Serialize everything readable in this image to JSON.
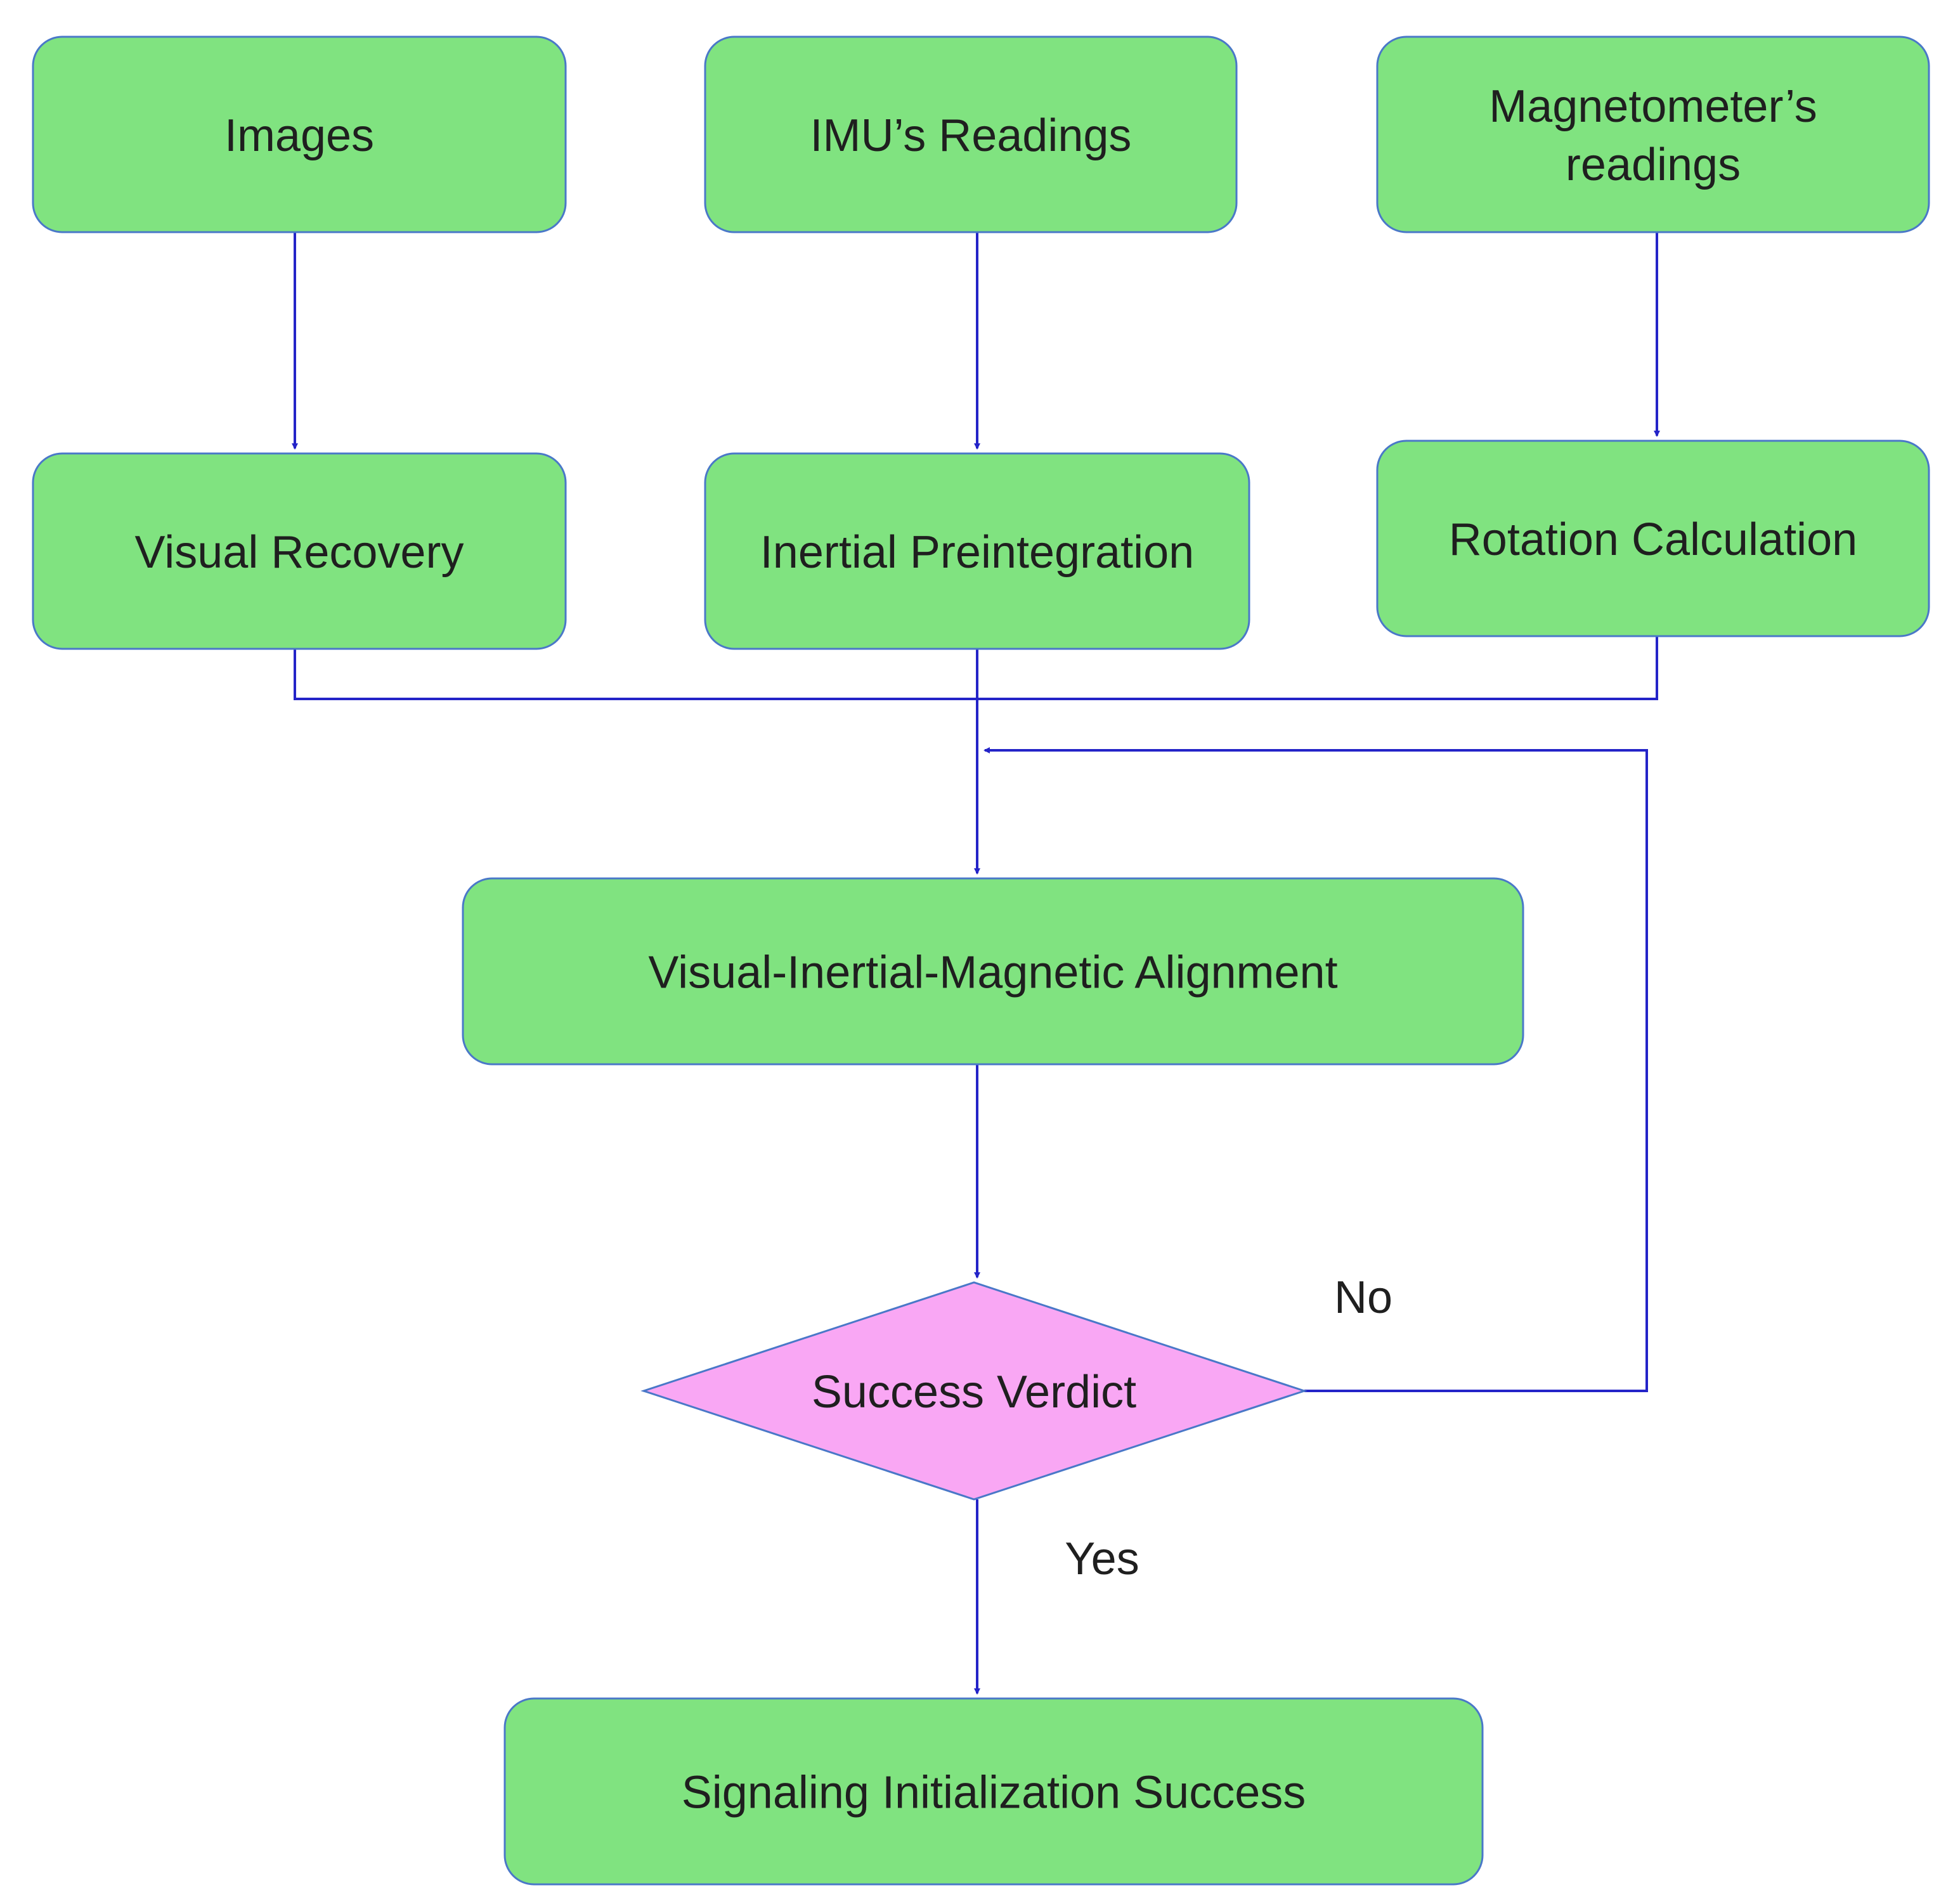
{
  "colors": {
    "process_fill": "#80e380",
    "decision_fill": "#f9a7f4",
    "connector": "#2424c8",
    "node_border": "#4a78c8",
    "text": "#1f1f1f"
  },
  "nodes": {
    "images": {
      "label": [
        "Images"
      ]
    },
    "imu_readings": {
      "label": [
        "IMU’s Readings"
      ]
    },
    "magnetometer_readings": {
      "label": [
        "Magnetometer’s",
        "readings"
      ]
    },
    "visual_recovery": {
      "label": [
        "Visual Recovery"
      ]
    },
    "inertial_preintegration": {
      "label": [
        "Inertial Preintegration"
      ]
    },
    "rotation_calculation": {
      "label": [
        "Rotation Calculation"
      ]
    },
    "alignment": {
      "label": [
        "Visual-Inertial-Magnetic Alignment"
      ]
    },
    "success_verdict": {
      "label": [
        "Success Verdict"
      ],
      "shape": "diamond"
    },
    "signaling_success": {
      "label": [
        "Signaling Initialization Success"
      ]
    }
  },
  "edge_labels": {
    "no": "No",
    "yes": "Yes"
  },
  "edges": [
    {
      "from": "images",
      "to": "visual_recovery"
    },
    {
      "from": "imu_readings",
      "to": "inertial_preintegration"
    },
    {
      "from": "magnetometer_readings",
      "to": "rotation_calculation"
    },
    {
      "from": "visual_recovery",
      "to": "alignment"
    },
    {
      "from": "inertial_preintegration",
      "to": "alignment"
    },
    {
      "from": "rotation_calculation",
      "to": "alignment"
    },
    {
      "from": "alignment",
      "to": "success_verdict"
    },
    {
      "from": "success_verdict",
      "to": "alignment",
      "label": "No"
    },
    {
      "from": "success_verdict",
      "to": "signaling_success",
      "label": "Yes"
    }
  ]
}
